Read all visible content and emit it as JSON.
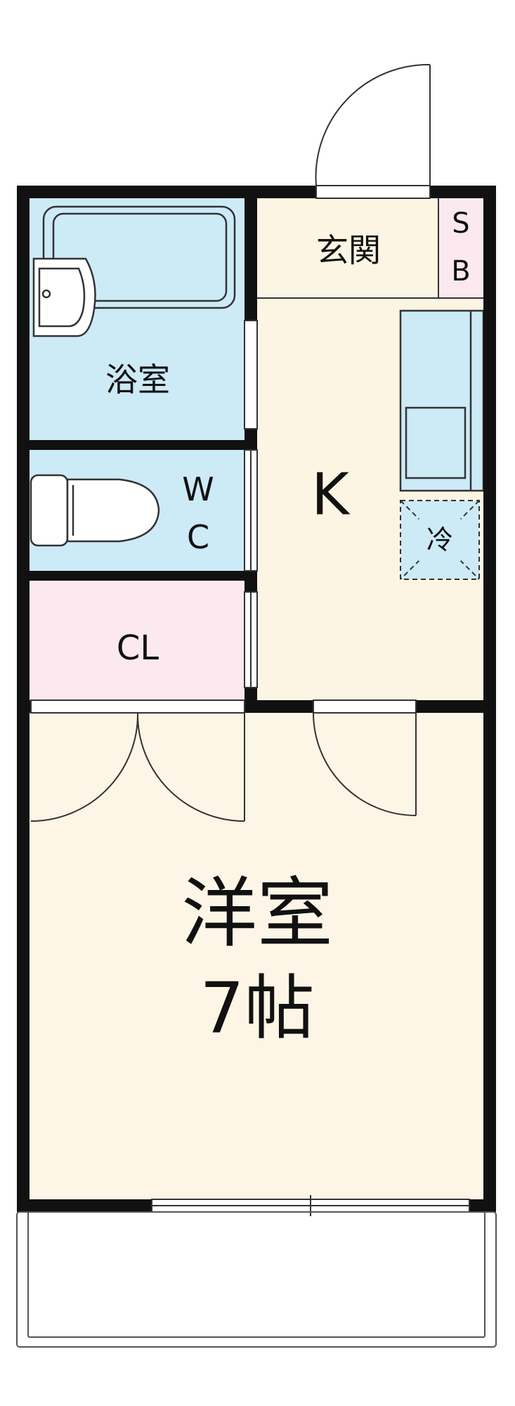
{
  "rooms": {
    "bath": "浴室",
    "entrance": "玄関",
    "shoe_box_line1": "S",
    "shoe_box_line2": "B",
    "kitchen": "K",
    "fridge": "冷",
    "wc_line1": "W",
    "wc_line2": "C",
    "closet": "CL",
    "western_room": "洋室",
    "western_room_size": "7帖"
  },
  "colors": {
    "wall": "#111111",
    "wet_area": "#cdeaf7",
    "kitchen_floor": "#fdf5e3",
    "closet_floor": "#fce9ef",
    "shoe_box": "#fce9ef",
    "room_floor": "#fdf6e6",
    "fixture_stroke": "#333333"
  }
}
